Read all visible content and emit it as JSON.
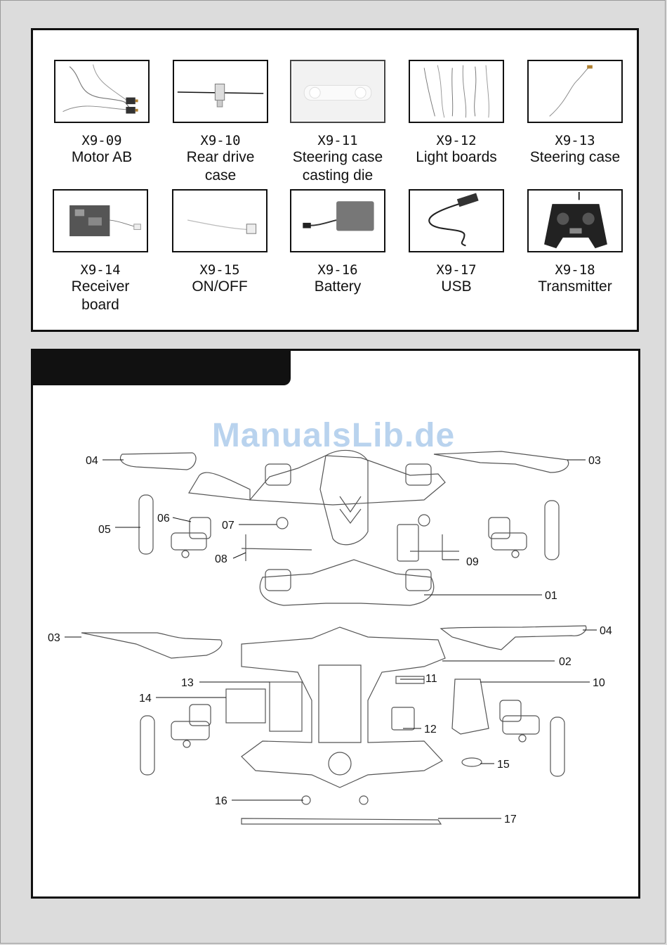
{
  "parts": [
    {
      "code": "X9-09",
      "name_lines": [
        "Motor AB"
      ],
      "icon": "motor-wires-icon"
    },
    {
      "code": "X9-10",
      "name_lines": [
        "Rear drive case"
      ],
      "icon": "drive-shaft-icon"
    },
    {
      "code": "X9-11",
      "name_lines": [
        "Steering case",
        "casting die"
      ],
      "icon": "casting-die-icon"
    },
    {
      "code": "X9-12",
      "name_lines": [
        "Light boards"
      ],
      "icon": "light-wires-icon"
    },
    {
      "code": "X9-13",
      "name_lines": [
        "Steering case"
      ],
      "icon": "thin-wire-icon"
    },
    {
      "code": "X9-14",
      "name_lines": [
        "Receiver",
        "board"
      ],
      "icon": "receiver-board-icon"
    },
    {
      "code": "X9-15",
      "name_lines": [
        "ON/OFF"
      ],
      "icon": "switch-cable-icon"
    },
    {
      "code": "X9-16",
      "name_lines": [
        "Battery"
      ],
      "icon": "battery-icon"
    },
    {
      "code": "X9-17",
      "name_lines": [
        "USB"
      ],
      "icon": "usb-cable-icon"
    },
    {
      "code": "X9-18",
      "name_lines": [
        "Transmitter"
      ],
      "icon": "transmitter-icon"
    }
  ],
  "watermark": "ManualsLib.de",
  "callouts": {
    "c01": "01",
    "c02": "02",
    "c03a": "03",
    "c03b": "03",
    "c04a": "04",
    "c04b": "04",
    "c05": "05",
    "c06": "06",
    "c07": "07",
    "c08": "08",
    "c09": "09",
    "c10": "10",
    "c11": "11",
    "c12": "12",
    "c13": "13",
    "c14": "14",
    "c15": "15",
    "c16": "16",
    "c17": "17"
  }
}
